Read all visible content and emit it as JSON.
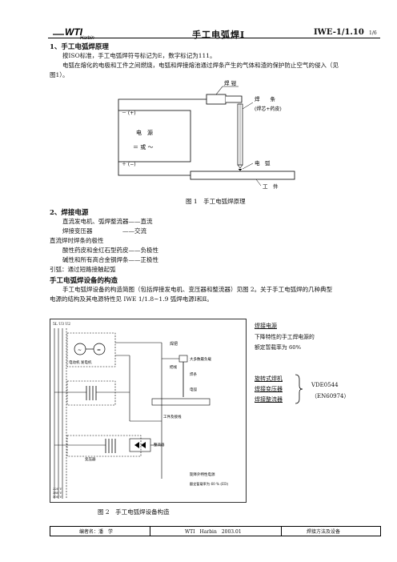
{
  "header": {
    "logo_text": "WTI",
    "logo_sub": "Harbin",
    "title": "手工电弧焊Ⅰ",
    "code": "IWE-1/1.10",
    "page": "1/6"
  },
  "s1": {
    "heading": "1、手工电弧焊原理",
    "p1": "按ISO标准，手工电弧焊符号标记为E，数字标记为111。",
    "p2a": "电弧在熔化的电极和工件之间燃烧，电弧和焊接熔池通过焊条产生的气体和渣的保护防止空气的侵入（见",
    "p2b": "图1）。"
  },
  "fig1": {
    "holder": "焊 钳",
    "rod": "焊　　条",
    "rod_sub": "(焊芯+药皮)",
    "source": "电　源",
    "source_sub": "＝ 或 ～",
    "plus": "－ (+)",
    "minus": "＋ (−)",
    "arc": "电　弧",
    "work": "工　件",
    "caption": "图 1　手工电弧焊原理"
  },
  "s2": {
    "heading": "2、焊接电源",
    "l1": "直流发电机、弧焊整流器——直流",
    "l2": "焊接变压器　　　　　——交流",
    "l3": "直流焊时焊条的极性",
    "l4": "酸性药皮和金红石型药皮——负极性",
    "l5": "碱性和所有高合金钢焊条——正极性",
    "l6": "引弧：通过短路接触起弧"
  },
  "s3": {
    "heading": "手工电弧焊设备的构造",
    "p1": "手工电弧焊设备的构造简图（包括焊接发电机、变压器和整流器）见图 2。关于手工电弧焊的几种典型",
    "p2": "电源的结构及其电源特性见 IWE 1/1.8~1.9 弧焊电源Ⅰ和Ⅱ。"
  },
  "fig2": {
    "bus": "5L U3 U2",
    "gen": "电动机  发电机",
    "clamp": "焊把",
    "cable": "把线",
    "current": "大多数最负载",
    "rod": "焊条",
    "arc": "电弧",
    "work": "工件及接线",
    "transformer": "变压器",
    "rectifier": "整流器",
    "volts": [
      "220 V",
      "380 V",
      "500 V"
    ],
    "char": "陡降外特性电源",
    "duty": "额定暂载率为 60 % (ED)",
    "caption": "图 2　手工电弧焊设备构造"
  },
  "side": {
    "title": "焊接电源",
    "l1": "下降特性的手工焊电源的",
    "l2": "额定暂载率为 60%",
    "items": [
      "旋转式焊机",
      "焊接变压器",
      "焊接整流器"
    ],
    "std1": "VDE0544",
    "std2": "（EN60974）"
  },
  "footer": {
    "editor": "编者名：潘　学",
    "center": "WTI　Harbin　2003.01",
    "right": "焊接方法及设备"
  }
}
